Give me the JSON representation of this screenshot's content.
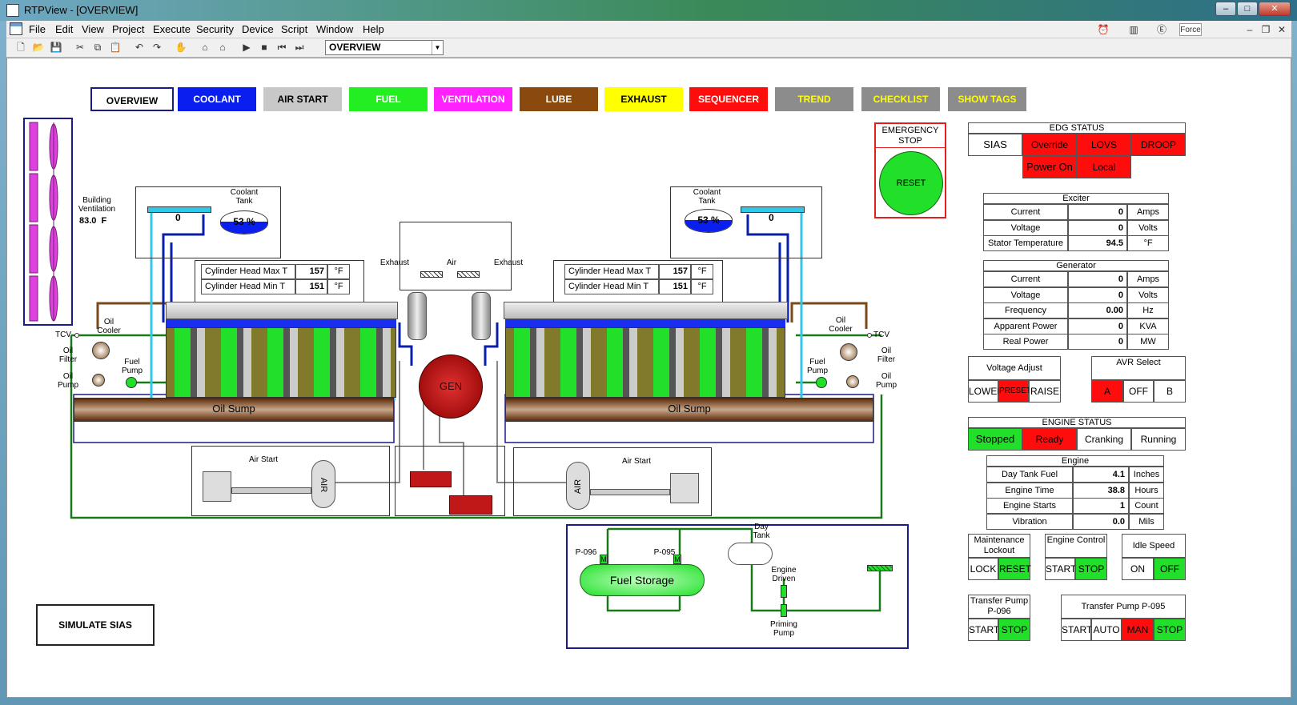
{
  "window": {
    "title": "RTPView - [OVERVIEW]"
  },
  "menu": [
    "File",
    "Edit",
    "View",
    "Project",
    "Execute",
    "Security",
    "Device",
    "Script",
    "Window",
    "Help"
  ],
  "toolbar": {
    "view_selected": "OVERVIEW",
    "force_label": "Force"
  },
  "nav": [
    {
      "label": "OVERVIEW",
      "bg": "#ffffff",
      "fg": "#000000"
    },
    {
      "label": "COOLANT",
      "bg": "#0a1ef0",
      "fg": "#ffffff"
    },
    {
      "label": "AIR START",
      "bg": "#c8c8c8",
      "fg": "#000000"
    },
    {
      "label": "FUEL",
      "bg": "#22ee22",
      "fg": "#ffffff"
    },
    {
      "label": "VENTILATION",
      "bg": "#ff22ff",
      "fg": "#ffffff"
    },
    {
      "label": "LUBE",
      "bg": "#8a4a0e",
      "fg": "#ffffff"
    },
    {
      "label": "EXHAUST",
      "bg": "#ffff00",
      "fg": "#000000"
    },
    {
      "label": "SEQUENCER",
      "bg": "#ff0d0d",
      "fg": "#ffffff"
    },
    {
      "label": "TREND",
      "bg": "#8c8c8c",
      "fg": "#ffff00"
    },
    {
      "label": "CHECKLIST",
      "bg": "#8c8c8c",
      "fg": "#ffff00"
    },
    {
      "label": "SHOW TAGS",
      "bg": "#8c8c8c",
      "fg": "#ffff00"
    }
  ],
  "ventilation": {
    "label": "Building Ventilation",
    "value": "83.0",
    "unit": "F"
  },
  "left_engine": {
    "coolant_tank": "Coolant Tank",
    "coolant_level": "53 %",
    "coolant_level_frac": 0.53,
    "expansion_value": "0",
    "cyl_max_label": "Cylinder Head Max T",
    "cyl_max": "157",
    "cyl_min_label": "Cylinder Head Min T",
    "cyl_min": "151",
    "unit": "°F",
    "oil_sump": "Oil Sump",
    "air_start": "Air Start",
    "air": "AIR"
  },
  "right_engine": {
    "coolant_tank": "Coolant Tank",
    "coolant_level": "53 %",
    "coolant_level_frac": 0.53,
    "expansion_value": "0",
    "cyl_max_label": "Cylinder Head Max T",
    "cyl_max": "157",
    "cyl_min_label": "Cylinder Head Min T",
    "cyl_min": "151",
    "unit": "°F",
    "oil_sump": "Oil Sump",
    "air_start": "Air Start",
    "air": "AIR"
  },
  "center": {
    "exhaust_l": "Exhaust",
    "air": "Air",
    "exhaust_r": "Exhaust",
    "gen": "GEN"
  },
  "labels": {
    "tcv": "TCV",
    "oil_cooler": "Oil Cooler",
    "oil_filter": "Oil Filter",
    "oil_pump": "Oil Pump",
    "fuel_pump": "Fuel Pump"
  },
  "fuel": {
    "storage": "Fuel Storage",
    "p096": "P-096",
    "p095": "P-095",
    "motor": "M",
    "day_tank": "Day Tank",
    "engine_driven": "Engine Driven",
    "priming_pump": "Priming Pump"
  },
  "simulate": "SIMULATE SIAS",
  "estop": {
    "title": "EMERGENCY STOP",
    "reset": "RESET"
  },
  "edg": {
    "title": "EDG STATUS",
    "sias": "SIAS",
    "override": "Override",
    "lovs": "LOVS",
    "droop": "DROOP",
    "power_on": "Power On",
    "local": "Local"
  },
  "exciter": {
    "title": "Exciter",
    "rows": [
      [
        "Current",
        "0",
        "Amps"
      ],
      [
        "Voltage",
        "0",
        "Volts"
      ],
      [
        "Stator Temperature",
        "94.5",
        "°F"
      ]
    ]
  },
  "generator": {
    "title": "Generator",
    "rows": [
      [
        "Current",
        "0",
        "Amps"
      ],
      [
        "Voltage",
        "0",
        "Volts"
      ],
      [
        "Frequency",
        "0.00",
        "Hz"
      ],
      [
        "Apparent Power",
        "0",
        "KVA"
      ],
      [
        "Real Power",
        "0",
        "MW"
      ]
    ]
  },
  "voltage_adjust": {
    "title": "Voltage Adjust",
    "lower": "LOWER",
    "preset": "PRESET",
    "raise": "RAISE"
  },
  "avr": {
    "title": "AVR Select",
    "a": "A",
    "off": "OFF",
    "b": "B"
  },
  "engine_status": {
    "title": "ENGINE STATUS",
    "stopped": "Stopped",
    "ready": "Ready",
    "cranking": "Cranking",
    "running": "Running"
  },
  "engine": {
    "title": "Engine",
    "rows": [
      [
        "Day Tank Fuel",
        "4.1",
        "Inches"
      ],
      [
        "Engine Time",
        "38.8",
        "Hours"
      ],
      [
        "Engine Starts",
        "1",
        "Count"
      ],
      [
        "Vibration",
        "0.0",
        "Mils"
      ]
    ]
  },
  "maint": {
    "title": "Maintenance Lockout",
    "lock": "LOCK",
    "reset": "RESET"
  },
  "engctl": {
    "title": "Engine Control",
    "start": "START",
    "stop": "STOP"
  },
  "idle": {
    "title": "Idle Speed",
    "on": "ON",
    "off": "OFF"
  },
  "p096": {
    "title": "Transfer Pump P-096",
    "start": "START",
    "stop": "STOP"
  },
  "p095": {
    "title": "Transfer Pump P-095",
    "start": "START",
    "auto": "AUTO",
    "man": "MAN",
    "stop": "STOP"
  }
}
